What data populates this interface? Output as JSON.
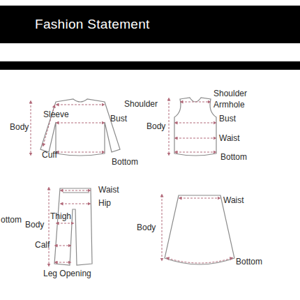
{
  "diagram": {
    "title": "Fashion Statement",
    "labels": [
      "Shoulder",
      "Sleeve",
      "Bust",
      "Body",
      "Cuff",
      "Bottom",
      "Shoulder",
      "Armhole",
      "Bust",
      "Body",
      "Waist",
      "Bottom",
      "ottom",
      "Waist",
      "Hip",
      "Body",
      "Thigh",
      "Calf",
      "Leg Opening",
      "Waist",
      "Body",
      "Bottom"
    ]
  }
}
